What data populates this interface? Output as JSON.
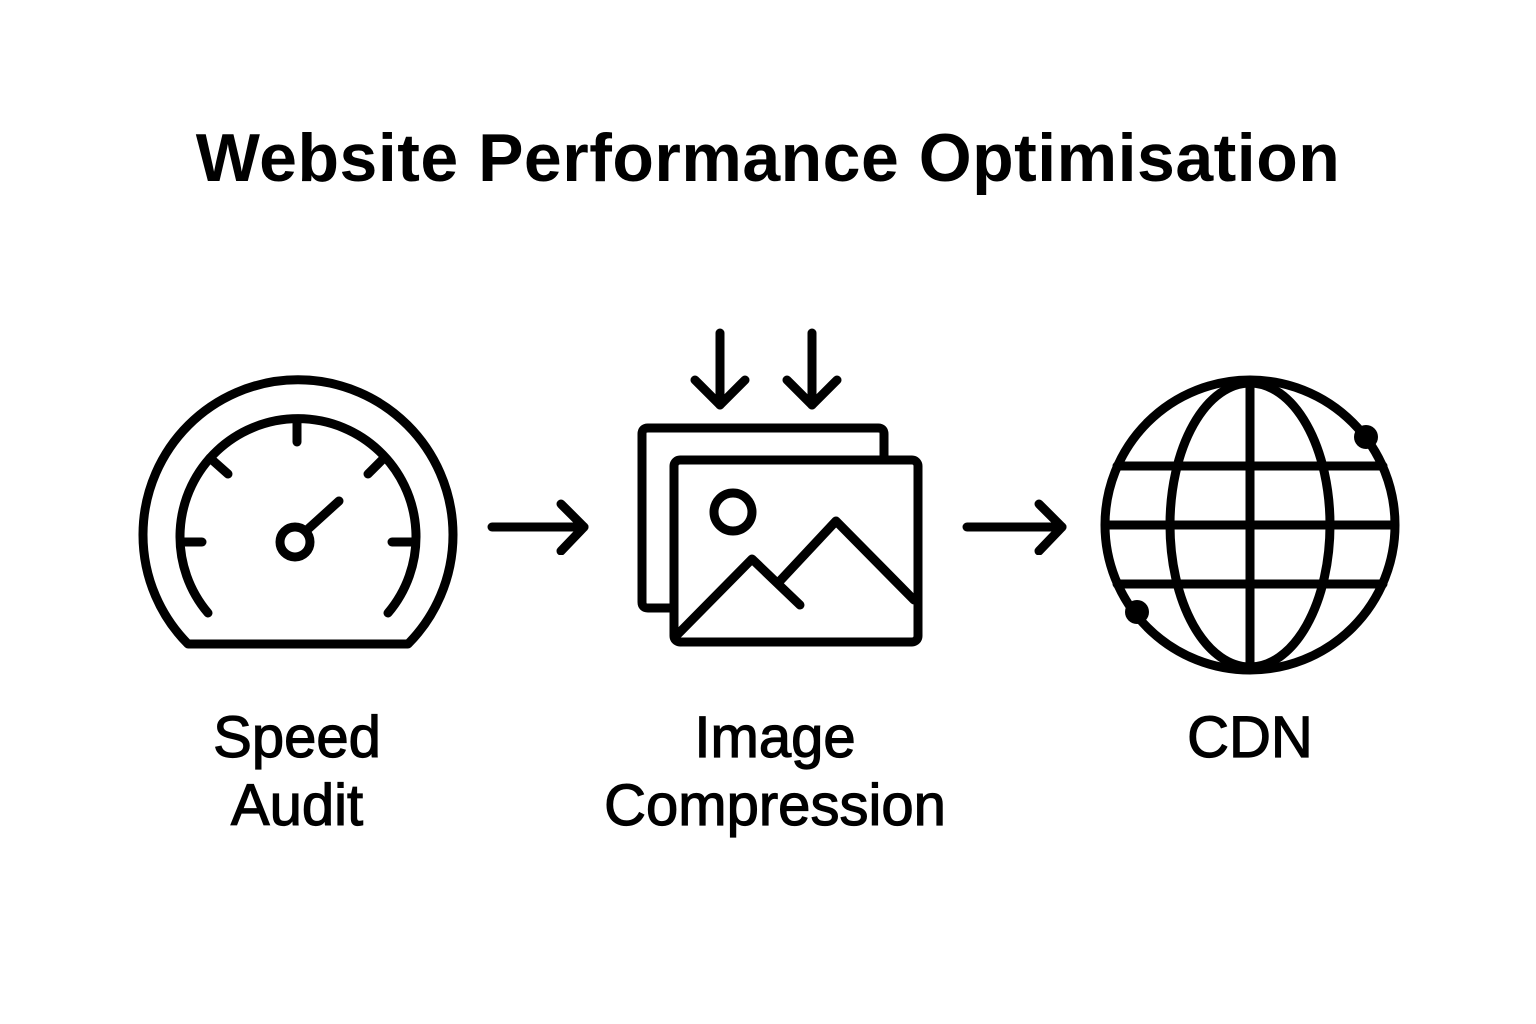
{
  "diagram": {
    "title": "Website Performance Optimisation",
    "steps": [
      {
        "icon": "speedometer-icon",
        "label_lines": [
          "Speed",
          "Audit"
        ]
      },
      {
        "icon": "image-compression-icon",
        "label_lines": [
          "Image",
          "Compression"
        ]
      },
      {
        "icon": "globe-icon",
        "label_lines": [
          "CDN"
        ]
      }
    ],
    "connectors": [
      {
        "from": "Speed Audit",
        "to": "Image Compression",
        "icon": "arrow-right-icon"
      },
      {
        "from": "Image Compression",
        "to": "CDN",
        "icon": "arrow-right-icon"
      }
    ],
    "colors": {
      "stroke": "#000000",
      "background": "#ffffff"
    }
  }
}
